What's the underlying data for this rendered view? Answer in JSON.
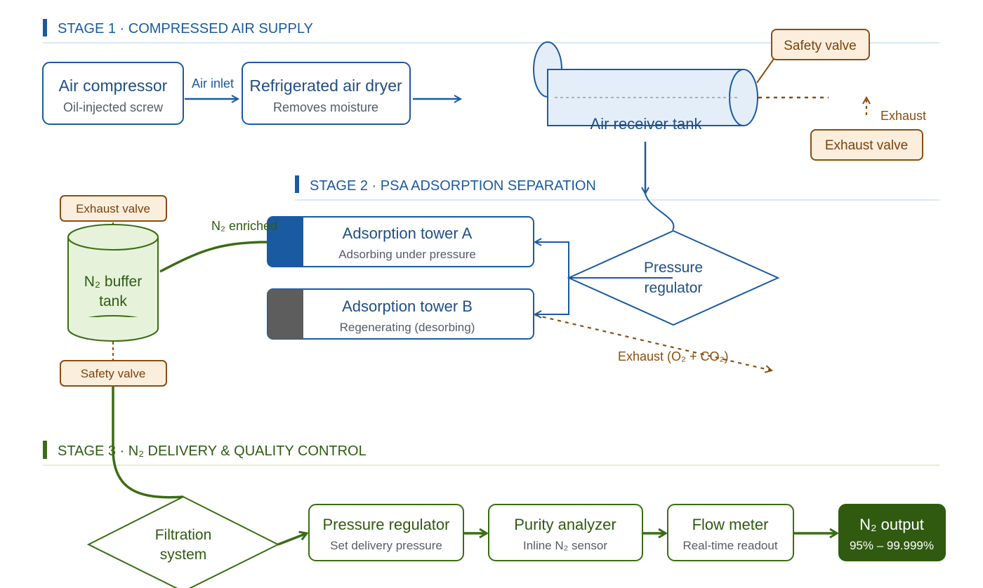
{
  "colors": {
    "blue": "#1a5aa0",
    "blue_text": "#1f4e86",
    "blue_fill": "#e3eef9",
    "gray_text": "#555c66",
    "brown": "#8a4d0f",
    "brown_fill": "#fbeedd",
    "green": "#3a6d13",
    "green_text": "#2f5a12",
    "green_fill": "#e6f2da",
    "green_dark": "#2f5a10",
    "tower_a_band": "#1a5aa0",
    "tower_b_band": "#5d5d5d"
  },
  "stage1": {
    "title": "STAGE 1 · COMPRESSED AIR SUPPLY",
    "compressor": {
      "title": "Air compressor",
      "sub": "Oil-injected screw"
    },
    "air_inlet_label": "Air inlet",
    "dryer": {
      "title": "Refrigerated air dryer",
      "sub": "Removes moisture"
    },
    "receiver_label": "Air receiver tank",
    "safety_valve": "Safety valve",
    "exhaust_label": "Exhaust",
    "exhaust_valve": "Exhaust valve"
  },
  "stage2": {
    "title": "STAGE 2 · PSA ADSORPTION SEPARATION",
    "tower_a": {
      "title": "Adsorption tower A",
      "sub": "Adsorbing under pressure"
    },
    "tower_b": {
      "title": "Adsorption tower B",
      "sub": "Regenerating (desorbing)"
    },
    "regulator": [
      "Pressure",
      "regulator"
    ],
    "exhaust_label": "Exhaust (O₂ + CO₂)",
    "n2_enriched": "N₂ enriched",
    "buffer_tank": [
      "N₂ buffer",
      "tank"
    ],
    "buffer_exhaust_valve": "Exhaust valve",
    "buffer_safety_valve": "Safety valve"
  },
  "stage3": {
    "title": "STAGE 3 · N₂ DELIVERY & QUALITY CONTROL",
    "filtration": [
      "Filtration",
      "system"
    ],
    "pressure_regulator": {
      "title": "Pressure regulator",
      "sub": "Set delivery pressure"
    },
    "purity_analyzer": {
      "title": "Purity analyzer",
      "sub": "Inline N₂ sensor"
    },
    "flow_meter": {
      "title": "Flow meter",
      "sub": "Real-time readout"
    },
    "output": {
      "title": "N₂ output",
      "sub": "95% – 99.999%"
    }
  }
}
